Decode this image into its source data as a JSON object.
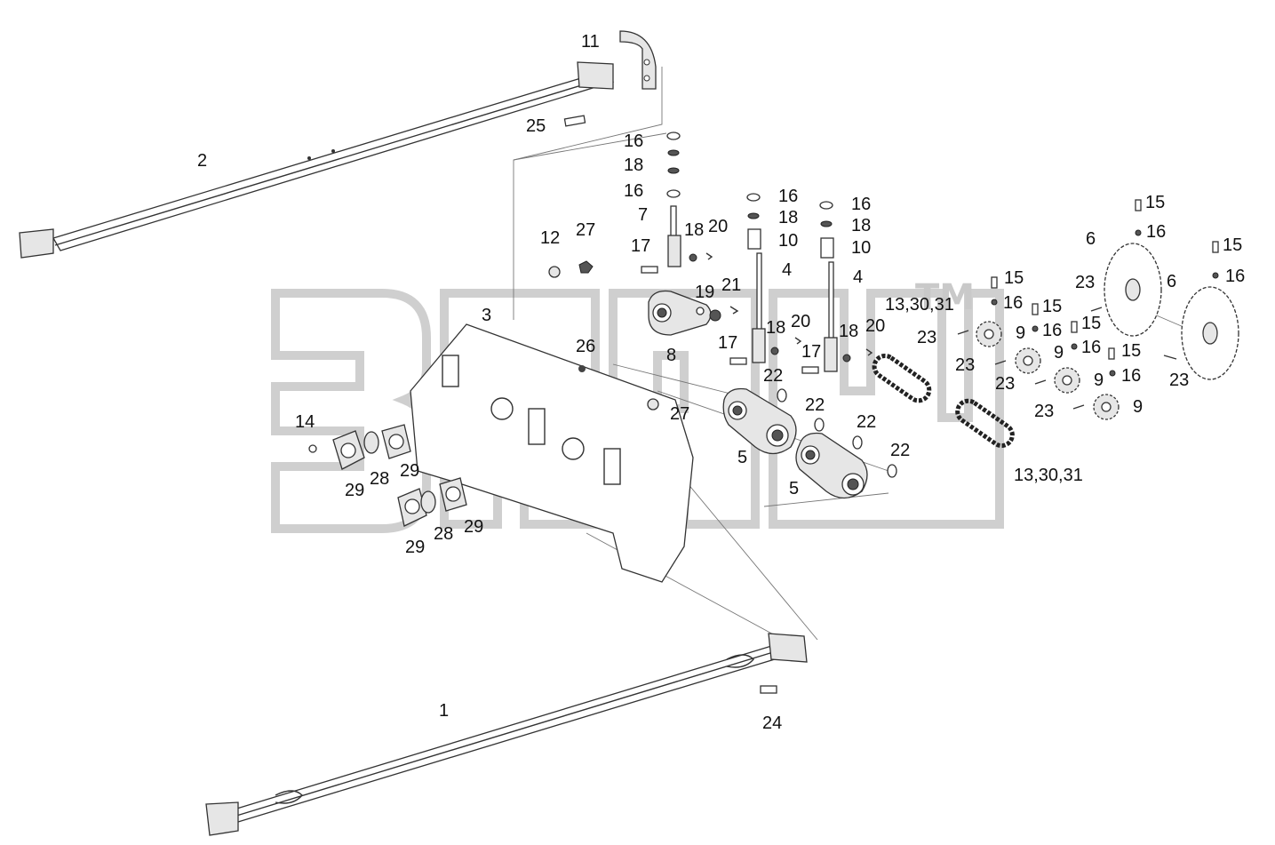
{
  "watermark": {
    "text": "ЗПЧ",
    "trademark": "TM"
  },
  "corner_mark": "",
  "labels": {
    "p1": "1",
    "p2": "2",
    "p3": "3",
    "p4a": "4",
    "p4b": "4",
    "p5a": "5",
    "p5b": "5",
    "p6a": "6",
    "p6b": "6",
    "p7": "7",
    "p8": "8",
    "p9a": "9",
    "p9b": "9",
    "p9c": "9",
    "p9d": "9",
    "p10a": "10",
    "p10b": "10",
    "p11": "11",
    "p12": "12",
    "p13a": "13,30,31",
    "p13b": "13,30,31",
    "p14": "14",
    "p15a": "15",
    "p15b": "15",
    "p15c": "15",
    "p15d": "15",
    "p15e": "15",
    "p15f": "15",
    "p16a": "16",
    "p16b": "16",
    "p16c": "16",
    "p16d": "16",
    "p16e": "16",
    "p16f": "16",
    "p16g": "16",
    "p16h": "16",
    "p16i": "16",
    "p16j": "16",
    "p17a": "17",
    "p17b": "17",
    "p17c": "17",
    "p18a": "18",
    "p18b": "18",
    "p18c": "18",
    "p18d": "18",
    "p18e": "18",
    "p18f": "18",
    "p19": "19",
    "p20a": "20",
    "p20b": "20",
    "p20c": "20",
    "p21": "21",
    "p22a": "22",
    "p22b": "22",
    "p22c": "22",
    "p22d": "22",
    "p23a": "23",
    "p23b": "23",
    "p23c": "23",
    "p23d": "23",
    "p23e": "23",
    "p23f": "23",
    "p24": "24",
    "p25": "25",
    "p26": "26",
    "p27a": "27",
    "p27b": "27",
    "p28a": "28",
    "p28b": "28",
    "p29a": "29",
    "p29b": "29",
    "p29c": "29",
    "p29d": "29"
  }
}
